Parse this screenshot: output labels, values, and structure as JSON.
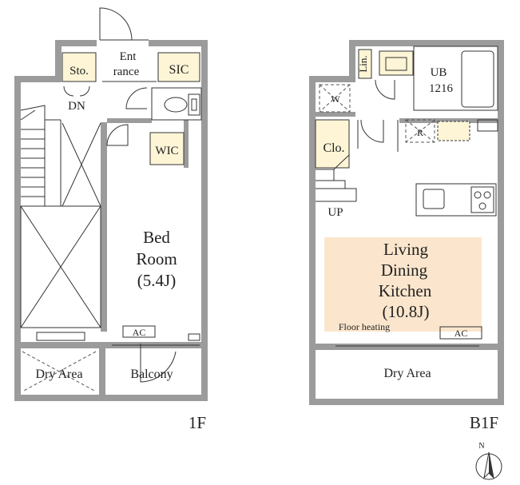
{
  "colors": {
    "wall": "#9b9b9b",
    "storage_fill": "#fdf5d6",
    "ldk_fill": "#fbe6cd",
    "line": "#333333",
    "background": "#ffffff"
  },
  "floor_1f": {
    "label": "1F",
    "rooms": {
      "storage": "Sto.",
      "entrance_line1": "Ent",
      "entrance_line2": "rance",
      "sic": "SIC",
      "stairs_dir": "DN",
      "wic": "WIC",
      "bedroom_line1": "Bed",
      "bedroom_line2": "Room",
      "bedroom_size": "(5.4J)",
      "ac": "AC",
      "dry_area": "Dry Area",
      "balcony": "Balcony"
    }
  },
  "floor_b1f": {
    "label": "B1F",
    "rooms": {
      "linen": "Lin.",
      "ub_line1": "UB",
      "ub_line2": "1216",
      "washer": "W",
      "fridge": "R",
      "closet": "Clo.",
      "stairs_dir": "UP",
      "ldk_line1": "Living",
      "ldk_line2": "Dining",
      "ldk_line3": "Kitchen",
      "ldk_size": "(10.8J)",
      "floor_heating": "Floor heating",
      "ac": "AC",
      "dry_area": "Dry Area"
    }
  },
  "compass": {
    "label": "N"
  }
}
